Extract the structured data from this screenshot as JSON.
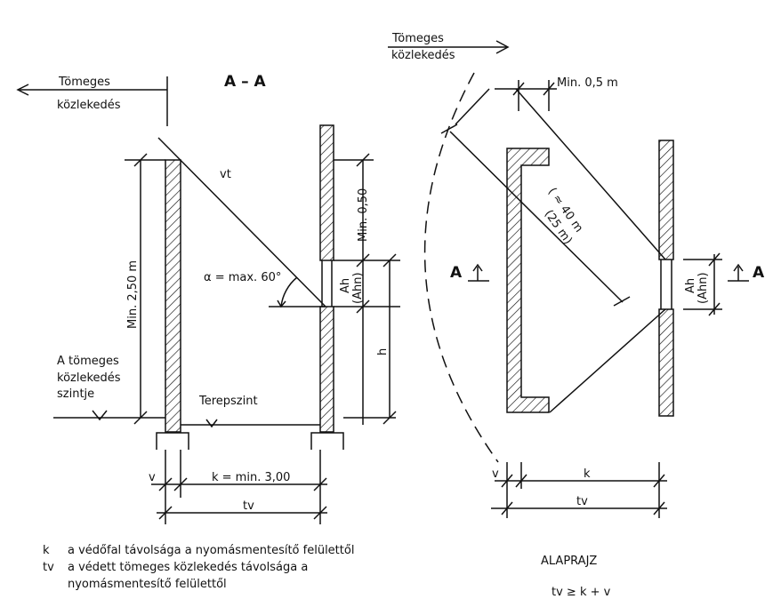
{
  "section": {
    "title": "A – A",
    "traffic_label_line1": "Tömeges",
    "traffic_label_line2": "közlekedés",
    "level_label_line1": "A tömeges",
    "level_label_line2": "közlekedés",
    "level_label_line3": "szintje",
    "ground_label": "Terepszint",
    "wall_height_label": "Min. 2,50 m",
    "upper_dim_label": "Min. 0,50",
    "vent_label_main": "Ah",
    "vent_label_sub": "(Ahn)",
    "h_label": "h",
    "vt_label": "vt",
    "angle_label": "α = max. 60°",
    "dim_v": "v",
    "dim_k": "k = min. 3,00",
    "dim_tv": "tv"
  },
  "plan": {
    "traffic_label_line1": "Tömeges",
    "traffic_label_line2": "közlekedés",
    "min_label": "Min. 0,5 m",
    "diag_label_line1": "( ≈ 40 m",
    "diag_label_line2": "(25 m)",
    "section_mark_left": "A",
    "section_mark_right": "A",
    "vent_label_main": "Ah",
    "vent_label_sub": "(Ahn)",
    "dim_v": "v",
    "dim_k": "k",
    "dim_tv": "tv",
    "plan_title": "ALAPRAJZ",
    "formula": "tv ≥ k + v"
  },
  "legend": {
    "k_symbol": "k",
    "k_text": "a védőfal távolsága a nyomásmentesítő felülettől",
    "tv_symbol": "tv",
    "tv_text_line1": "a védett tömeges közlekedés távolsága a",
    "tv_text_line2": "nyomásmentesítő felülettől"
  }
}
